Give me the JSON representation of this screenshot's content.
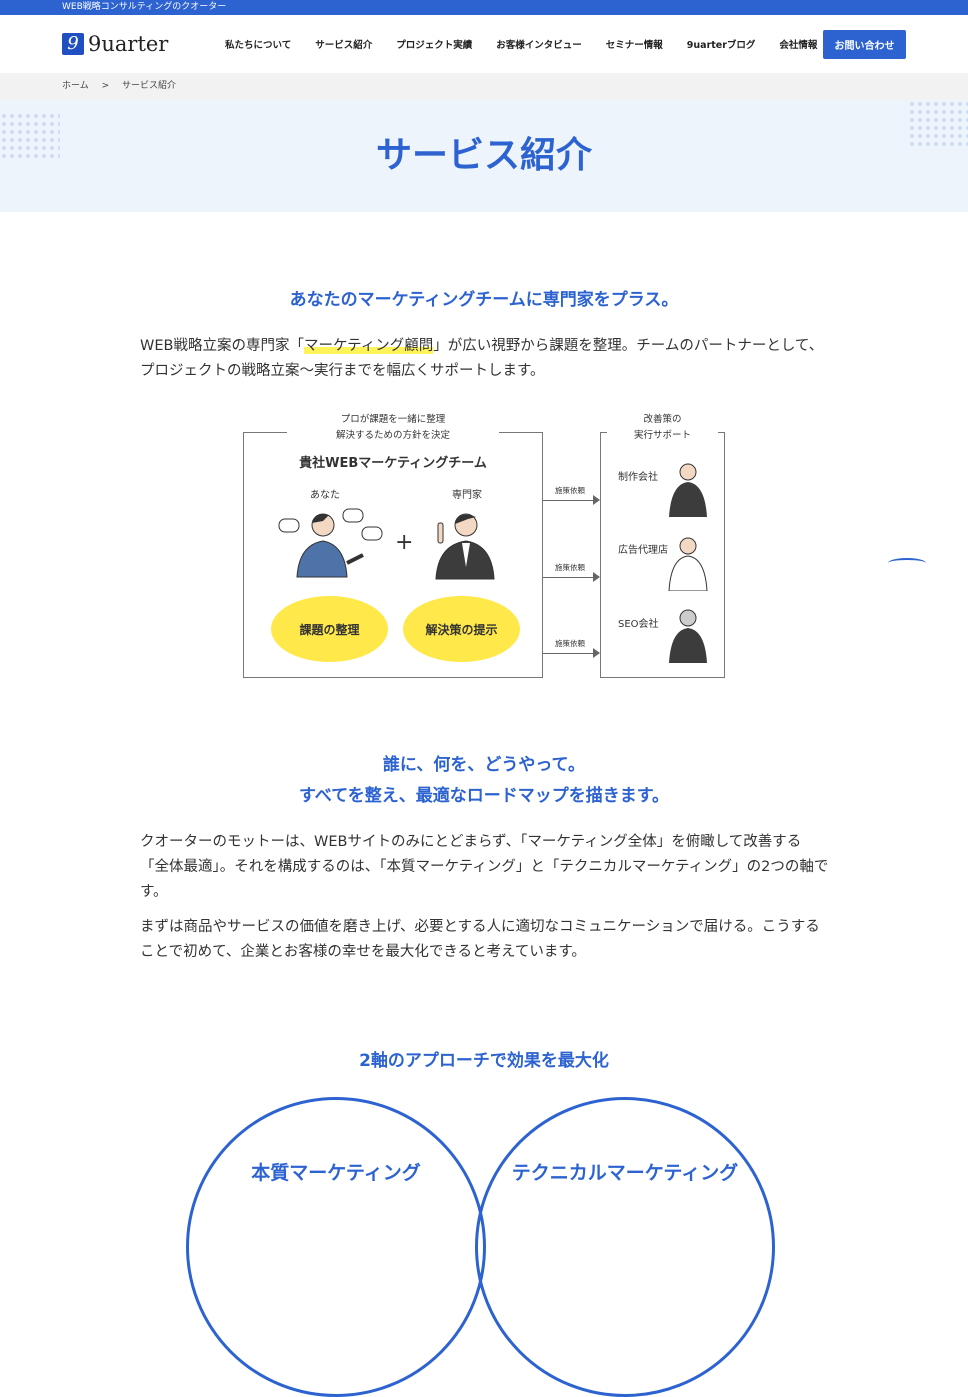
{
  "topbar": {
    "tagline": "WEB戦略コンサルティングのクオーター"
  },
  "header": {
    "logo_text": "9uarter",
    "nav": [
      "私たちについて",
      "サービス紹介",
      "プロジェクト実績",
      "お客様インタビュー",
      "セミナー情報",
      "9uarterブログ",
      "会社情報"
    ],
    "cta": "お問い合わせ"
  },
  "breadcrumb": {
    "home": "ホーム",
    "sep": ">",
    "current": "サービス紹介"
  },
  "hero": {
    "title": "サービス紹介"
  },
  "section1": {
    "heading": "あなたのマーケティングチームに専門家をプラス。",
    "p_pre": "WEB戦略立案の専門家「",
    "p_hl": "マーケティング顧問",
    "p_post": "」が広い視野から課題を整理。チームのパートナーとして、プロジェクトの戦略立案〜実行までを幅広くサポートします。"
  },
  "diagram": {
    "left_note1": "プロが課題を一緒に整理",
    "left_note2": "解決するための方針を決定",
    "team_title": "貴社WEBマーケティングチーム",
    "you": "あなた",
    "expert": "専門家",
    "plus": "+",
    "issue": "課題の整理",
    "solution": "解決策の提示",
    "arrow_label": "施策依頼",
    "right_note1": "改善策の",
    "right_note2": "実行サポート",
    "partners": [
      "制作会社",
      "広告代理店",
      "SEO会社"
    ]
  },
  "section2": {
    "heading1": "誰に、何を、どうやって。",
    "heading2": "すべてを整え、最適なロードマップを描きます。",
    "p1": "クオーターのモットーは、WEBサイトのみにとどまらず、「マーケティング全体」を俯瞰して改善する「全体最適」。それを構成するのは、「本質マーケティング」と「テクニカルマーケティング」の2つの軸です。",
    "p2": "まずは商品やサービスの価値を磨き上げ、必要とする人に適切なコミュニケーションで届ける。こうすることで初めて、企業とお客様の幸せを最大化できると考えています。"
  },
  "section3": {
    "heading": "2軸のアプローチで効果を最大化",
    "circle_left": "本質マーケティング",
    "circle_right": "テクニカルマーケティング"
  }
}
